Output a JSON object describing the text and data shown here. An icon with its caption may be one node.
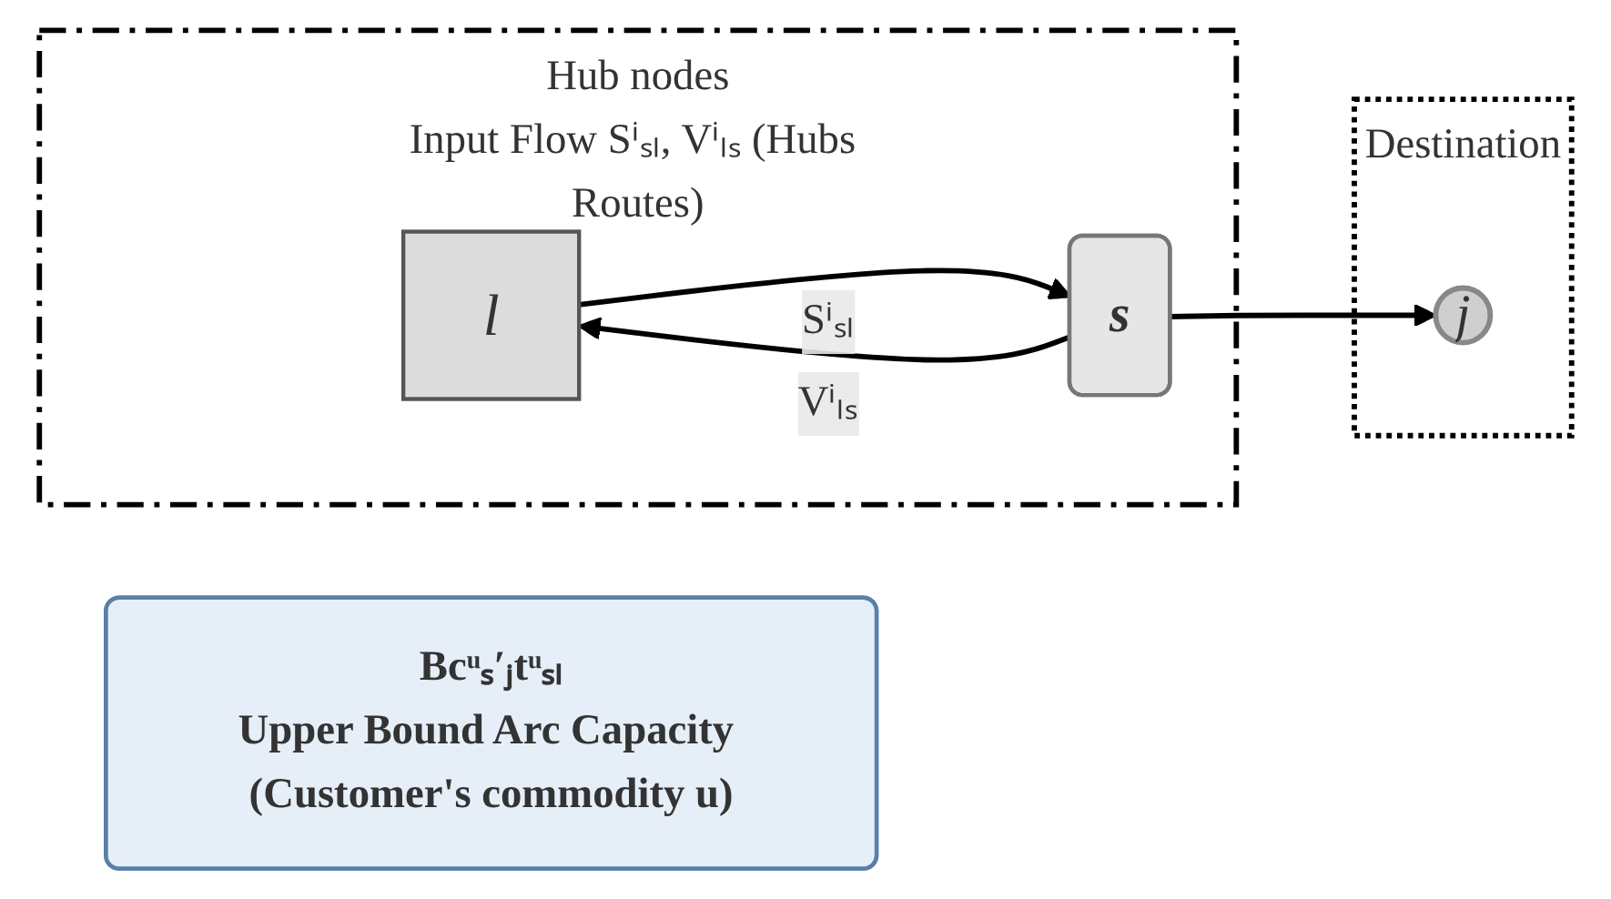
{
  "diagram": {
    "nodes": [
      {
        "text": [
          "Hub nodes",
          "Input Flow Sⁱₛₗ, Vⁱₗₛ (Hubs Routes)"
        ]
      },
      {
        "text": [
          "l"
        ],
        "in": 0
      },
      {
        "text": [
          "s"
        ],
        "in": 0
      },
      {
        "text": [
          "Bcᵘₛ′ⱼtᵘₛₗ",
          "Upper Bound Arc Capacity (Customer's commodity u)"
        ]
      },
      {
        "text": [
          "Destination"
        ]
      },
      {
        "text": [
          "j"
        ],
        "in": 4
      }
    ],
    "edges": [
      {
        "from": 1,
        "to": 2,
        "arrow": "to",
        "label": "Sⁱₛₗ"
      },
      {
        "from": 2,
        "to": 1,
        "arrow": "to",
        "label": "Vⁱₗₛ"
      },
      {
        "from": 2,
        "to": 5,
        "arrow": "to"
      }
    ]
  }
}
